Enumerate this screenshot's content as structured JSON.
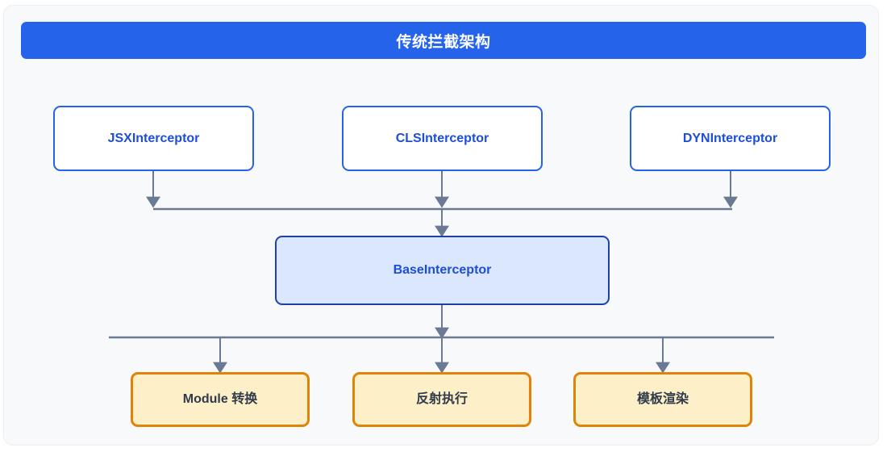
{
  "diagram": {
    "title": "传统拦截架构",
    "colors": {
      "page_background": "#ffffff",
      "card_background": "#f8f9fb",
      "title_bar": "#2563eb",
      "title_text": "#ffffff",
      "interceptor_border": "#2563eb",
      "interceptor_text": "#1d4ed8",
      "base_fill": "#dbe7fc",
      "base_border": "#1e40af",
      "task_fill": "#fdf0c8",
      "task_border": "#e08307",
      "task_text": "#2f3a4a",
      "connector": "#6b7a94"
    },
    "layers": {
      "interceptors": [
        {
          "id": "jsx",
          "label": "JSXInterceptor"
        },
        {
          "id": "cls",
          "label": "CLSInterceptor"
        },
        {
          "id": "dyn",
          "label": "DYNInterceptor"
        }
      ],
      "base": {
        "id": "base",
        "label": "BaseInterceptor"
      },
      "tasks": [
        {
          "id": "module-transform",
          "label": "Module 转换"
        },
        {
          "id": "reflective-exec",
          "label": "反射执行"
        },
        {
          "id": "template-render",
          "label": "模板渲染"
        }
      ]
    }
  }
}
